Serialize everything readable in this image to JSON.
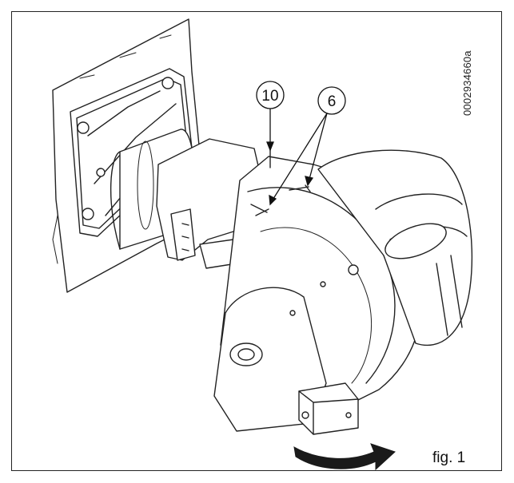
{
  "document_code": "0002934660a",
  "figure_label": "fig. 1",
  "callouts": [
    {
      "label": "10"
    },
    {
      "label": "6"
    }
  ],
  "colors": {
    "line": "#222222",
    "arrow": "#1a1a1a",
    "background": "#ffffff"
  }
}
